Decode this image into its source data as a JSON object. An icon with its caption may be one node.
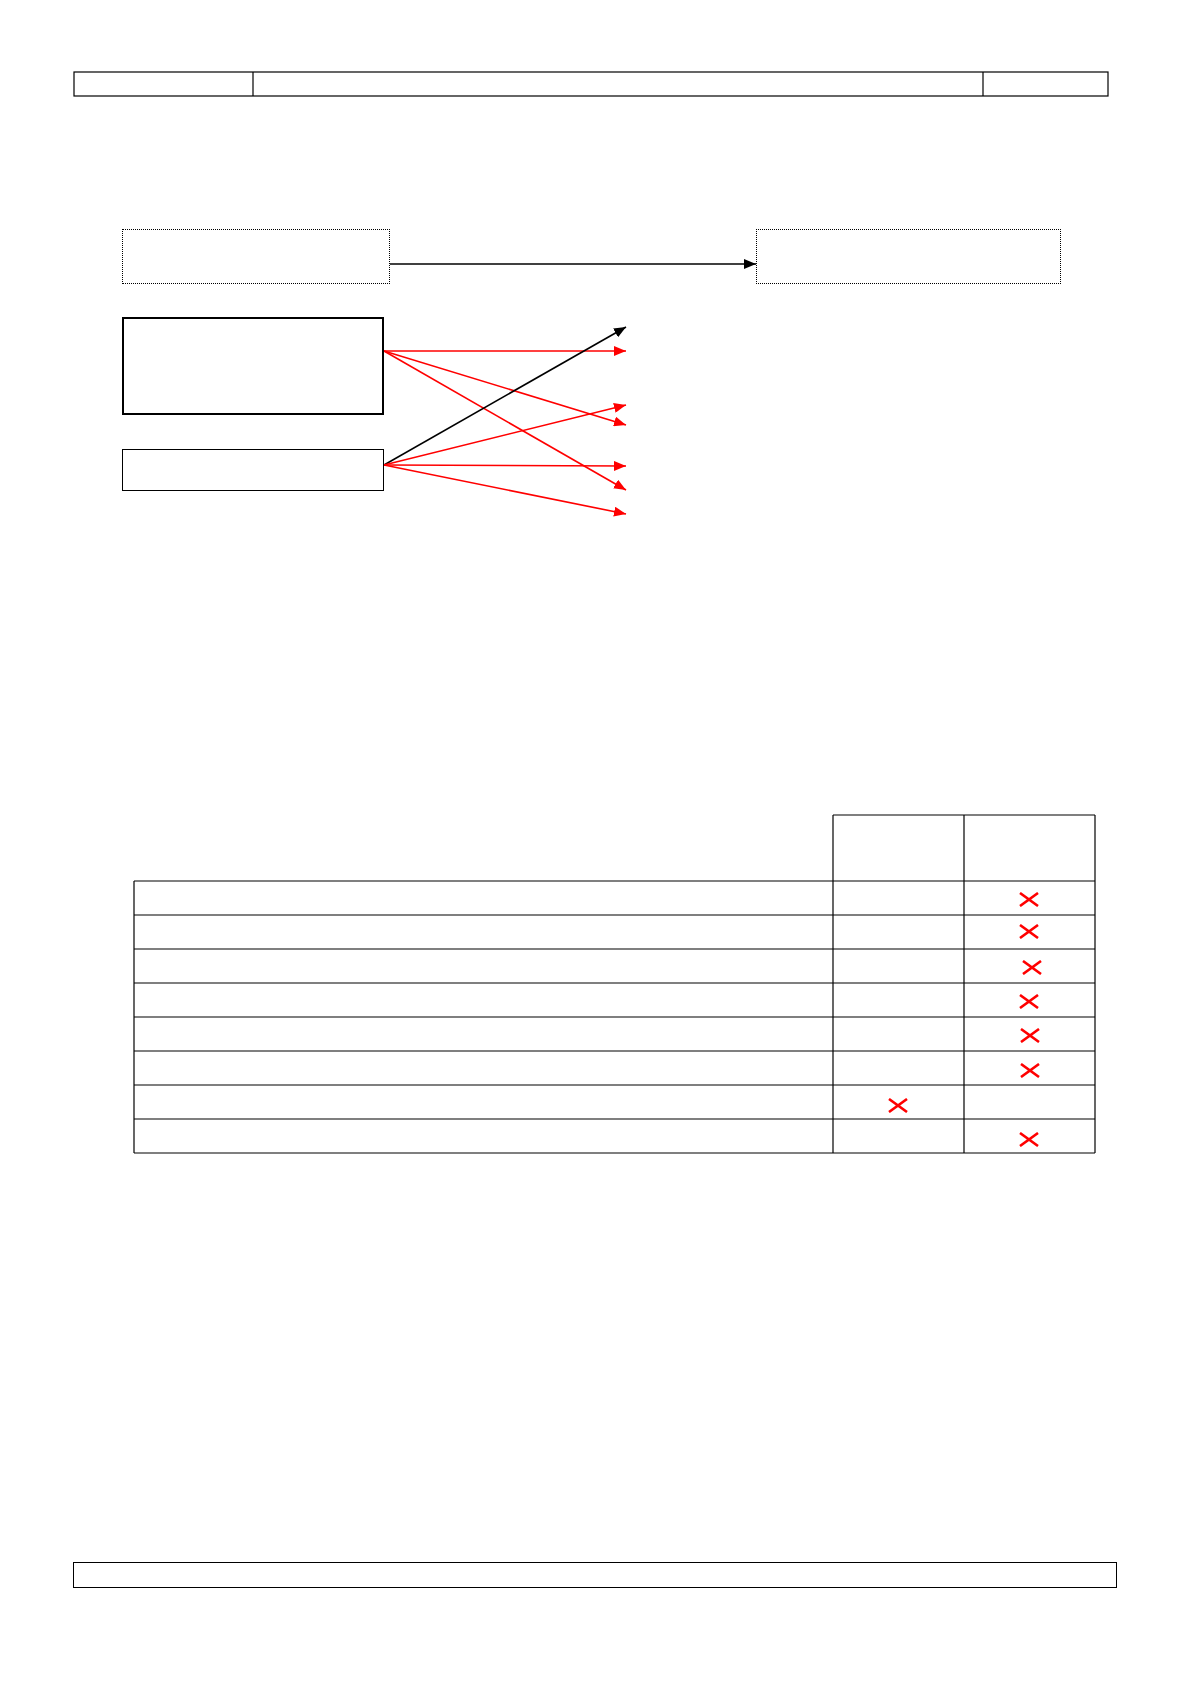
{
  "diagram": {
    "nodes": [
      {
        "text": [],
        "shape": "box"
      },
      {
        "text": [],
        "shape": "box"
      },
      {
        "text": [],
        "shape": "box"
      },
      {
        "text": [],
        "shape": "box"
      }
    ],
    "edges": [
      {
        "from": 0,
        "to": 1,
        "arrow": "to",
        "color": "#000000"
      },
      {
        "from": 2,
        "to": null,
        "arrow": "to"
      },
      {
        "from": 2,
        "to": null,
        "arrow": "to"
      },
      {
        "from": 2,
        "to": null,
        "arrow": "to"
      },
      {
        "from": 3,
        "to": null,
        "arrow": "to",
        "color": "#000000"
      },
      {
        "from": 3,
        "to": null,
        "arrow": "to"
      },
      {
        "from": 3,
        "to": null,
        "arrow": "to"
      },
      {
        "from": 3,
        "to": null,
        "arrow": "to"
      }
    ]
  }
}
